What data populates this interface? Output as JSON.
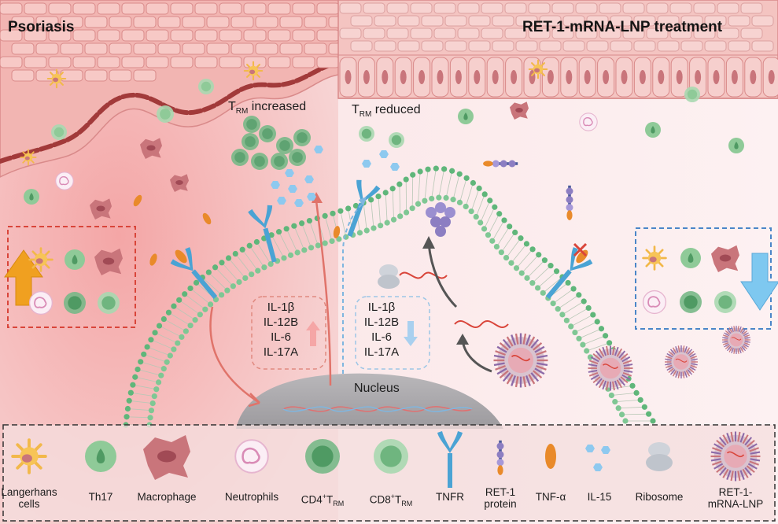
{
  "titles": {
    "left": "Psoriasis",
    "right": "RET-1-mRNA-LNP treatment"
  },
  "trm": {
    "increased": {
      "prefix": "T",
      "sub": "RM",
      "suffix": " increased"
    },
    "reduced": {
      "prefix": "T",
      "sub": "RM",
      "suffix": " reduced"
    }
  },
  "cytokines": {
    "left": [
      "IL-1β",
      "IL-12B",
      "IL-6",
      "IL-17A"
    ],
    "right": [
      "IL-1β",
      "IL-12B",
      "IL-6",
      "IL-17A"
    ]
  },
  "nucleus_label": "Nucleus",
  "legend": [
    {
      "id": "langerhans",
      "line1": "Langerhans",
      "line2": "cells",
      "icon": "langerhans-cell-icon"
    },
    {
      "id": "th17",
      "line1": "Th17",
      "icon": "th17-cell-icon"
    },
    {
      "id": "macrophage",
      "line1": "Macrophage",
      "icon": "macrophage-icon"
    },
    {
      "id": "neutrophils",
      "line1": "Neutrophils",
      "icon": "neutrophil-icon"
    },
    {
      "id": "cd4",
      "pre": "CD4",
      "sup": "+",
      "mid": "T",
      "sub": "RM",
      "icon": "cd4-trm-cell-icon"
    },
    {
      "id": "cd8",
      "pre": "CD8",
      "sup": "+",
      "mid": "T",
      "sub": "RM",
      "icon": "cd8-trm-cell-icon"
    },
    {
      "id": "tnfr",
      "line1": "TNFR",
      "icon": "tnfr-receptor-icon"
    },
    {
      "id": "ret1",
      "line1": "RET-1",
      "line2": "protein",
      "icon": "ret1-protein-icon"
    },
    {
      "id": "tnfa",
      "line1": "TNF-α",
      "icon": "tnf-alpha-icon"
    },
    {
      "id": "il15",
      "line1": "IL-15",
      "icon": "il15-icon"
    },
    {
      "id": "ribosome",
      "line1": "Ribosome",
      "icon": "ribosome-icon"
    },
    {
      "id": "lnp",
      "line1": "RET-1-",
      "line2": "mRNA-LNP",
      "icon": "lnp-particle-icon"
    }
  ],
  "colors": {
    "skin_pink": "#f2b5b2",
    "skin_line": "#d98a8a",
    "membrane_green": "#5fb67a",
    "th17_green": "#8fca98",
    "macrophage": "#c9757b",
    "tnfr_blue": "#4aa3d4",
    "tnf_orange": "#e98a2a",
    "il15_blue": "#8ec9ef",
    "ret1_purple": "#8c7ec2",
    "up_arrow": "#f0a020",
    "down_arrow": "#7ec8f0",
    "left_box": "#d9453a",
    "right_box": "#4a86c8"
  }
}
